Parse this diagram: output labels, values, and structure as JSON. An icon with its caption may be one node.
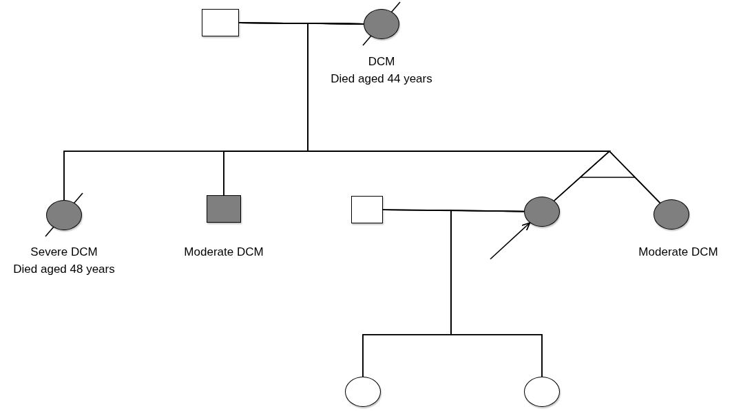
{
  "diagram": {
    "nodes": [
      {
        "text": [],
        "shape": "box"
      },
      {
        "text": [],
        "shape": "circle",
        "beside": [
          "DCM",
          "Died aged 44 years"
        ]
      },
      {
        "text": [],
        "shape": "circle",
        "beside": [
          "Severe DCM",
          "Died aged 48 years"
        ]
      },
      {
        "text": [],
        "shape": "box",
        "beside": [
          "Moderate DCM"
        ]
      },
      {
        "text": [],
        "shape": "box"
      },
      {
        "text": [],
        "shape": "circle"
      },
      {
        "text": [],
        "shape": "circle",
        "beside": [
          "Moderate DCM"
        ]
      },
      {
        "text": [],
        "shape": "circle"
      },
      {
        "text": [],
        "shape": "circle"
      }
    ],
    "edges": [
      {
        "from": 0,
        "to": 1,
        "arrow": "none"
      },
      {
        "from": 0,
        "to": 2,
        "arrow": "none"
      },
      {
        "from": 0,
        "to": 3,
        "arrow": "none"
      },
      {
        "from": 0,
        "to": 5,
        "arrow": "none"
      },
      {
        "from": 0,
        "to": 6,
        "arrow": "none"
      },
      {
        "from": 1,
        "to": 2,
        "arrow": "none"
      },
      {
        "from": 1,
        "to": 3,
        "arrow": "none"
      },
      {
        "from": 1,
        "to": 5,
        "arrow": "none"
      },
      {
        "from": 1,
        "to": 6,
        "arrow": "none"
      },
      {
        "from": 4,
        "to": 5,
        "arrow": "none"
      },
      {
        "from": 4,
        "to": 7,
        "arrow": "none"
      },
      {
        "from": 4,
        "to": 8,
        "arrow": "none"
      },
      {
        "from": 5,
        "to": 7,
        "arrow": "none"
      },
      {
        "from": 5,
        "to": 8,
        "arrow": "none"
      },
      {
        "from": null,
        "to": 5,
        "arrow": "to"
      }
    ]
  }
}
